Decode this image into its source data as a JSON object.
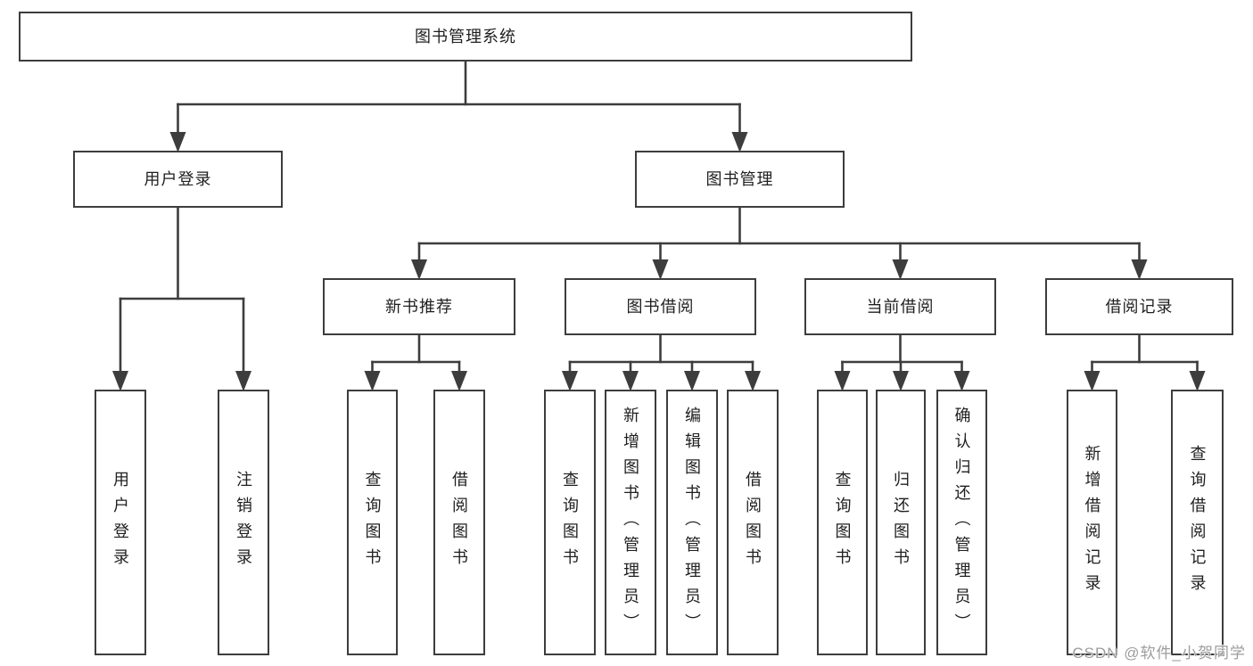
{
  "title": "图书管理系统",
  "watermark": "CSDN @软件_小贺同学",
  "colors": {
    "line": "#3d3d3d",
    "box_border": "#3d3d3d",
    "text": "#1f1f1f",
    "background": "#ffffff",
    "watermark": "#9d9d9d"
  },
  "diagram": {
    "type": "tree",
    "root_id": "root",
    "nodes": [
      {
        "id": "root",
        "label": "图书管理系统",
        "parent": null,
        "orientation": "horizontal"
      },
      {
        "id": "user-login",
        "label": "用户登录",
        "parent": "root",
        "orientation": "horizontal"
      },
      {
        "id": "book-mgmt",
        "label": "图书管理",
        "parent": "root",
        "orientation": "horizontal"
      },
      {
        "id": "user-login-op",
        "label": "用户登录",
        "parent": "user-login",
        "orientation": "vertical"
      },
      {
        "id": "logout-op",
        "label": "注销登录",
        "parent": "user-login",
        "orientation": "vertical"
      },
      {
        "id": "new-book-rec",
        "label": "新书推荐",
        "parent": "book-mgmt",
        "orientation": "horizontal"
      },
      {
        "id": "book-borrow",
        "label": "图书借阅",
        "parent": "book-mgmt",
        "orientation": "horizontal"
      },
      {
        "id": "current-borrow",
        "label": "当前借阅",
        "parent": "book-mgmt",
        "orientation": "horizontal"
      },
      {
        "id": "borrow-records",
        "label": "借阅记录",
        "parent": "book-mgmt",
        "orientation": "horizontal"
      },
      {
        "id": "rec-query-book",
        "label": "查询图书",
        "parent": "new-book-rec",
        "orientation": "vertical"
      },
      {
        "id": "rec-borrow-book",
        "label": "借阅图书",
        "parent": "new-book-rec",
        "orientation": "vertical"
      },
      {
        "id": "bb-query-book",
        "label": "查询图书",
        "parent": "book-borrow",
        "orientation": "vertical"
      },
      {
        "id": "bb-add-book",
        "label": "新增图书（管理员）",
        "parent": "book-borrow",
        "orientation": "vertical"
      },
      {
        "id": "bb-edit-book",
        "label": "编辑图书（管理员）",
        "parent": "book-borrow",
        "orientation": "vertical"
      },
      {
        "id": "bb-borrow-book",
        "label": "借阅图书",
        "parent": "book-borrow",
        "orientation": "vertical"
      },
      {
        "id": "cb-query-book",
        "label": "查询图书",
        "parent": "current-borrow",
        "orientation": "vertical"
      },
      {
        "id": "cb-return-book",
        "label": "归还图书",
        "parent": "current-borrow",
        "orientation": "vertical"
      },
      {
        "id": "cb-confirm-return",
        "label": "确认归还（管理员）",
        "parent": "current-borrow",
        "orientation": "vertical"
      },
      {
        "id": "br-add-record",
        "label": "新增借阅记录",
        "parent": "borrow-records",
        "orientation": "vertical"
      },
      {
        "id": "br-query-record",
        "label": "查询借阅记录",
        "parent": "borrow-records",
        "orientation": "vertical"
      }
    ]
  }
}
